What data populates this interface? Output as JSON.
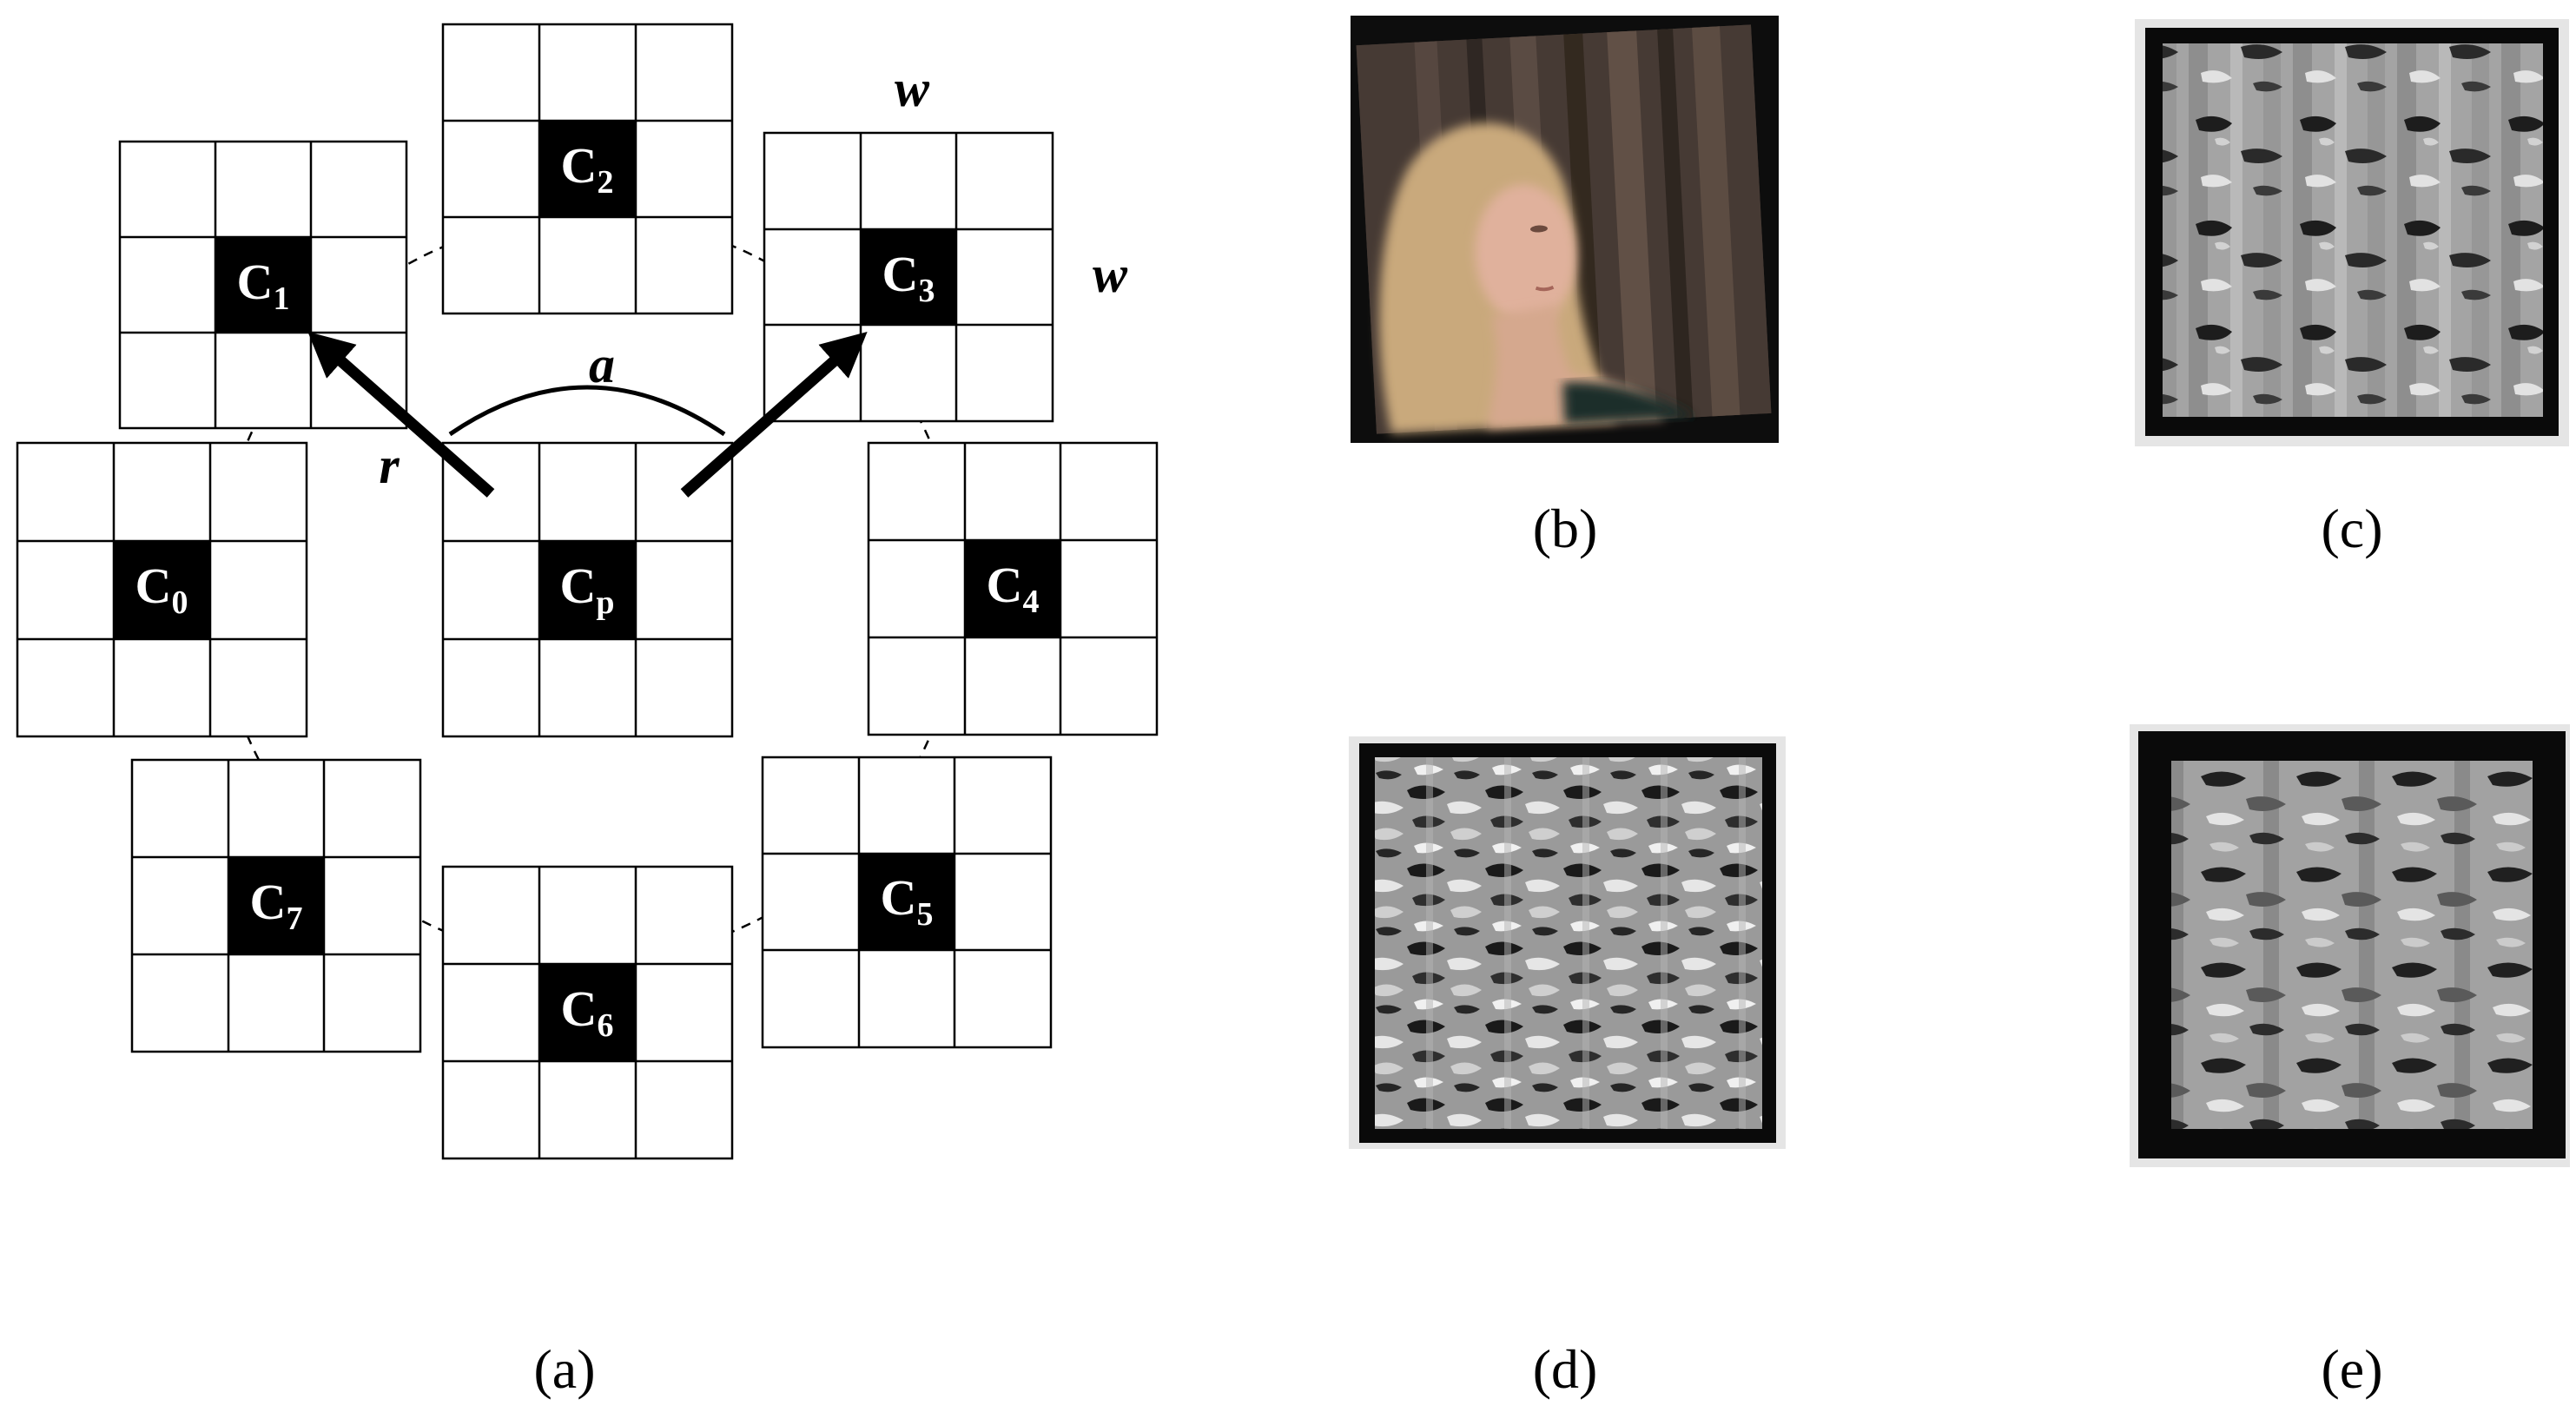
{
  "panel_labels": {
    "a": "(a)",
    "b": "(b)",
    "c": "(c)",
    "d": "(d)",
    "e": "(e)"
  },
  "diagram": {
    "center_cell": {
      "base": "C",
      "sub": "p"
    },
    "neighbor_cells": [
      {
        "base": "C",
        "sub": "0"
      },
      {
        "base": "C",
        "sub": "1"
      },
      {
        "base": "C",
        "sub": "2"
      },
      {
        "base": "C",
        "sub": "3"
      },
      {
        "base": "C",
        "sub": "4"
      },
      {
        "base": "C",
        "sub": "5"
      },
      {
        "base": "C",
        "sub": "6"
      },
      {
        "base": "C",
        "sub": "7"
      }
    ],
    "radius_label": "r",
    "angle_label": "a",
    "width_label_top": "w",
    "width_label_side": "w"
  },
  "images": {
    "b": "photo-of-woman-icon",
    "c": "texture-map-icon",
    "d": "texture-map-icon",
    "e": "texture-map-icon"
  }
}
